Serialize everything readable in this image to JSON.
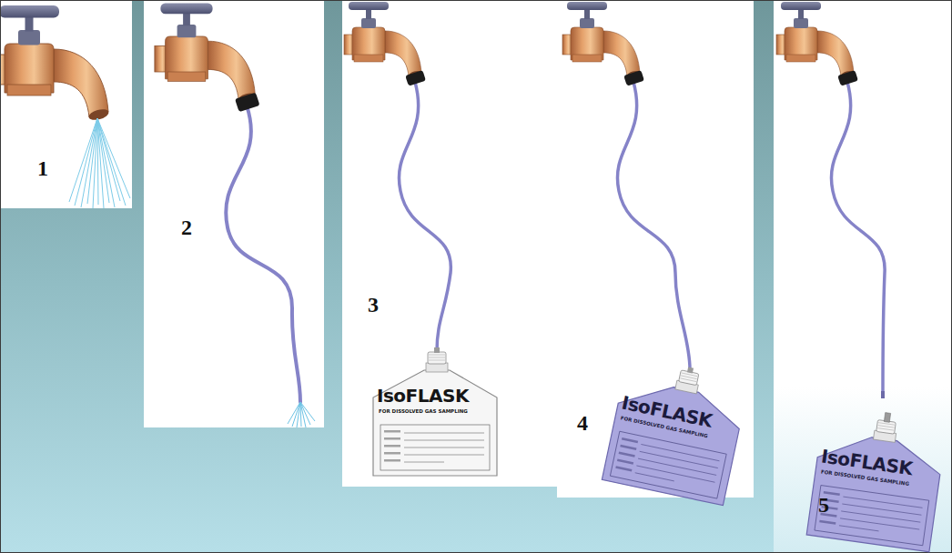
{
  "diagram": {
    "nodes": [
      {
        "text": [
          "IsoFLASK",
          "FOR DISSOLVED GAS SAMPLING"
        ]
      },
      {
        "text": [
          "IsoFLASK",
          "FOR DISSOLVED GAS SAMPLING"
        ]
      },
      {
        "text": [
          "IsoFLASK",
          "FOR DISSOLVED GAS SAMPLING"
        ]
      }
    ],
    "labels": [
      "1",
      "2",
      "3",
      "4",
      "5"
    ]
  }
}
